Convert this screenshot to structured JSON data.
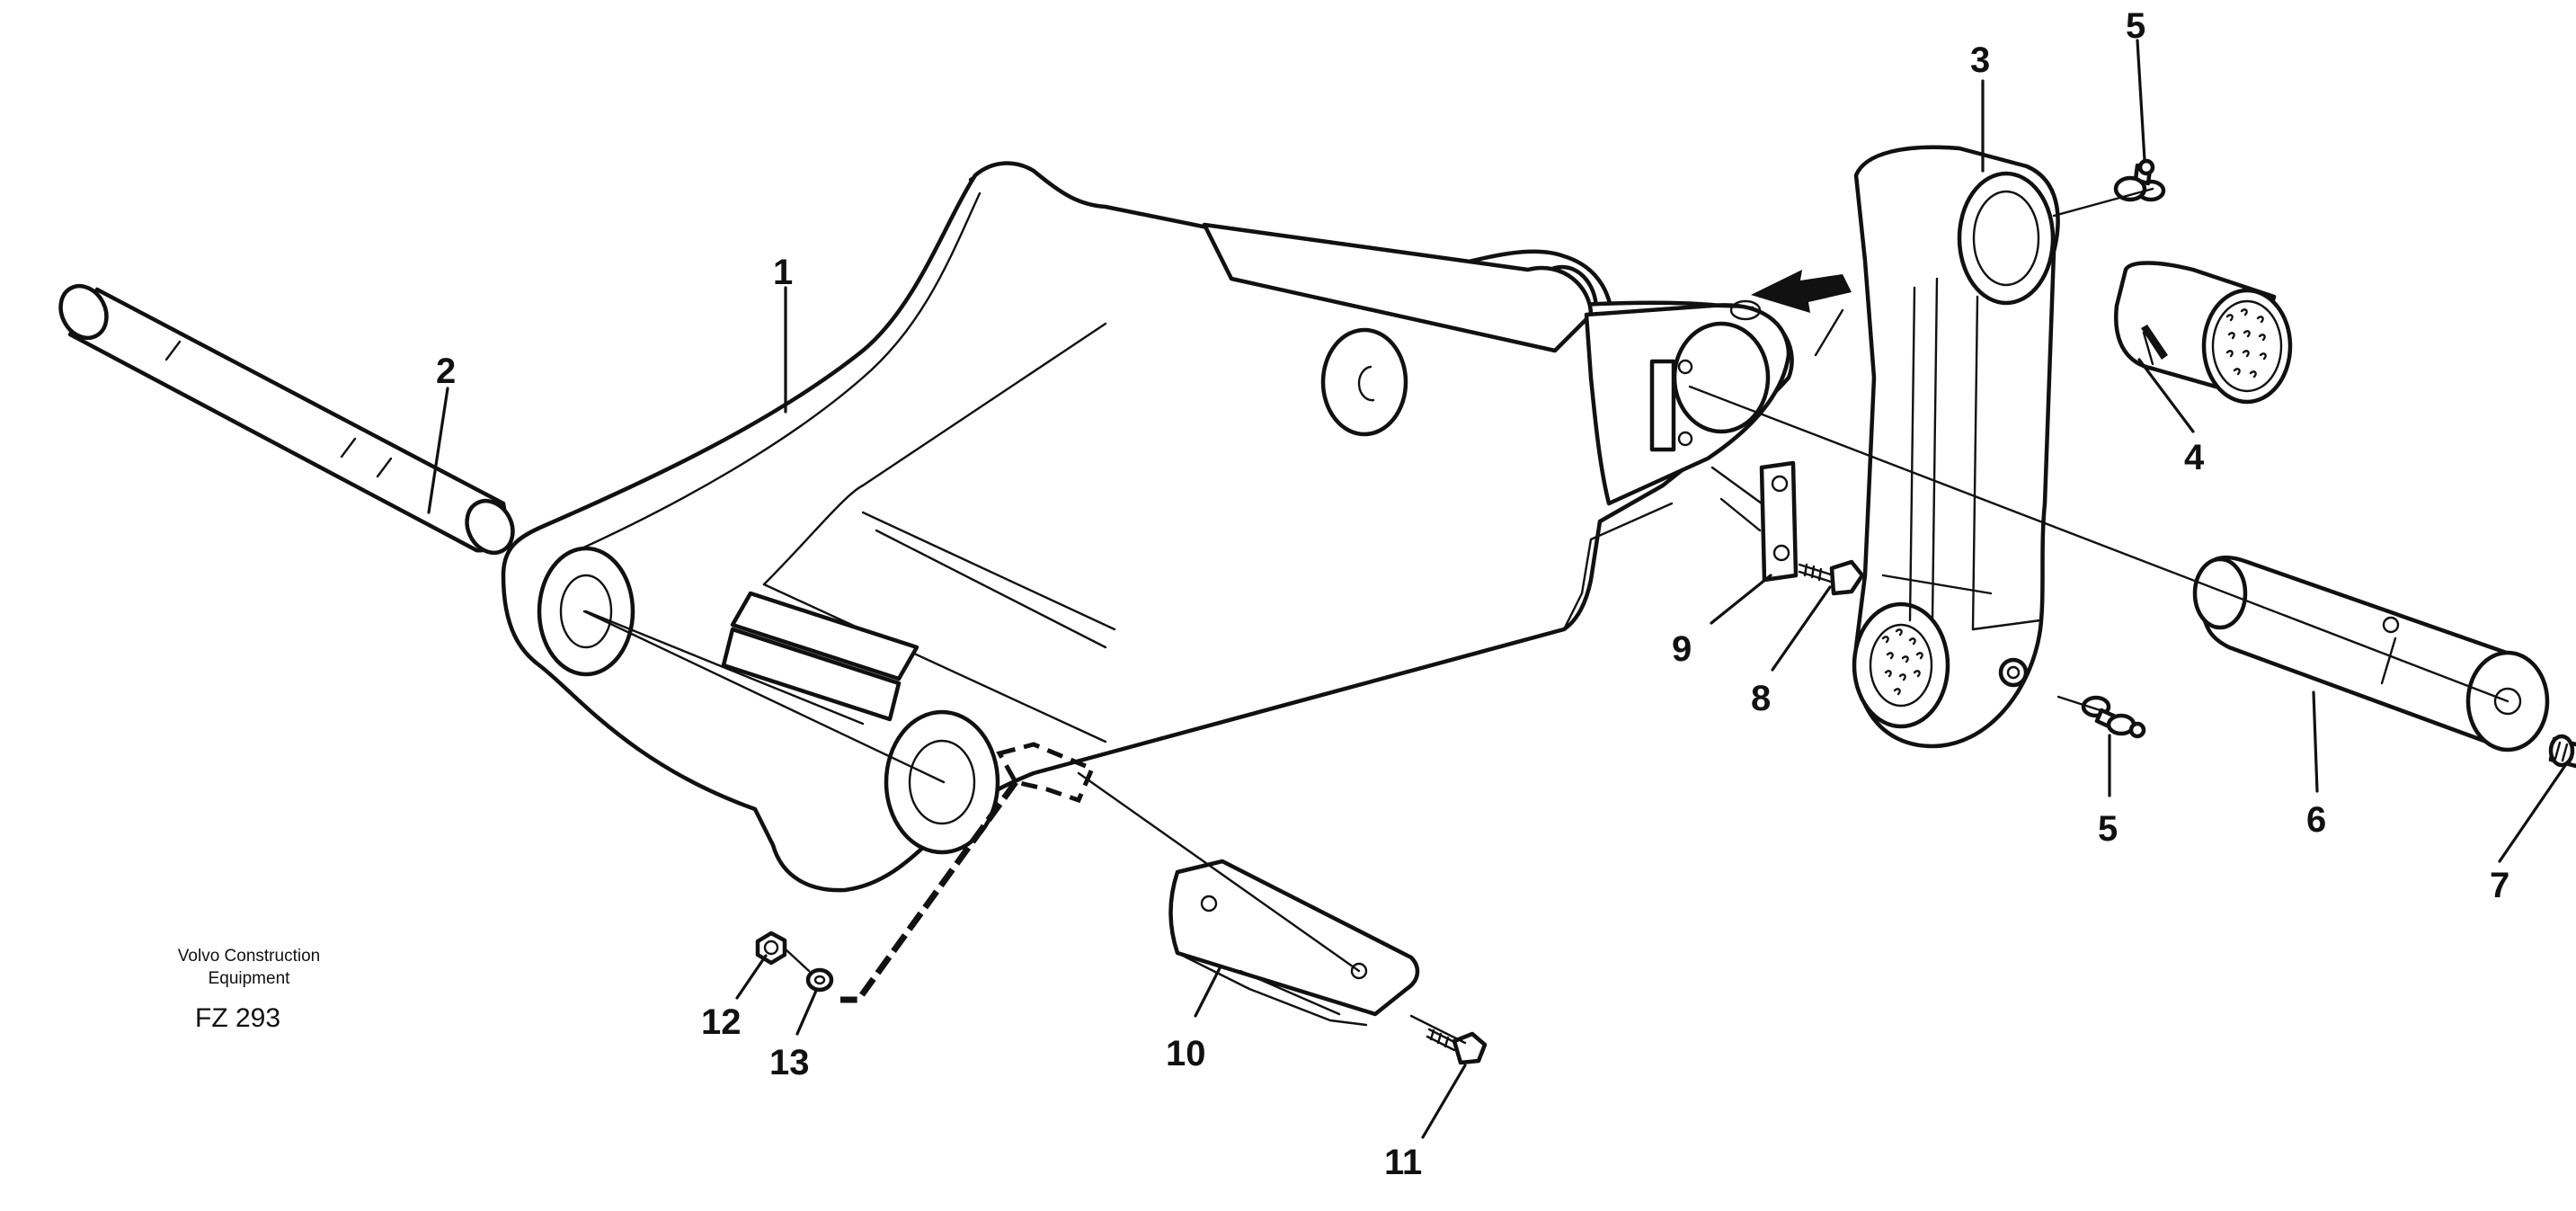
{
  "callouts": [
    "1",
    "2",
    "3",
    "4",
    "5",
    "5",
    "6",
    "7",
    "8",
    "9",
    "10",
    "11",
    "12",
    "13"
  ],
  "caption": {
    "line1": "Volvo Construction",
    "line2": "Equipment",
    "figure_code": "FZ 293"
  },
  "icons": [
    "direction-arrow-icon"
  ]
}
